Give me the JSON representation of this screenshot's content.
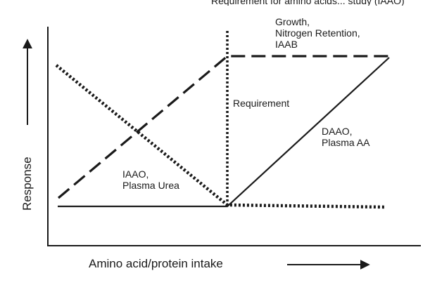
{
  "header": {
    "cropped_text": "Requirement for amino acids... study (IAAO)"
  },
  "axes": {
    "y_label": "Response",
    "x_label": "Amino acid/protein intake"
  },
  "labels": {
    "growth": [
      "Growth,",
      "Nitrogen Retention,",
      "IAAB"
    ],
    "requirement": "Requirement",
    "daao": [
      "DAAO,",
      "Plasma AA"
    ],
    "iaao": [
      "IAAO,",
      "Plasma Urea"
    ]
  },
  "series": [
    {
      "name": "Growth, Nitrogen Retention, IAAB",
      "style": "dashed"
    },
    {
      "name": "IAAO, Plasma Urea",
      "style": "dotted"
    },
    {
      "name": "DAAO, Plasma AA",
      "style": "solid"
    },
    {
      "name": "Requirement",
      "style": "dotted-vertical"
    }
  ],
  "colors": {
    "ink": "#1a1a1a",
    "background": "#ffffff"
  }
}
